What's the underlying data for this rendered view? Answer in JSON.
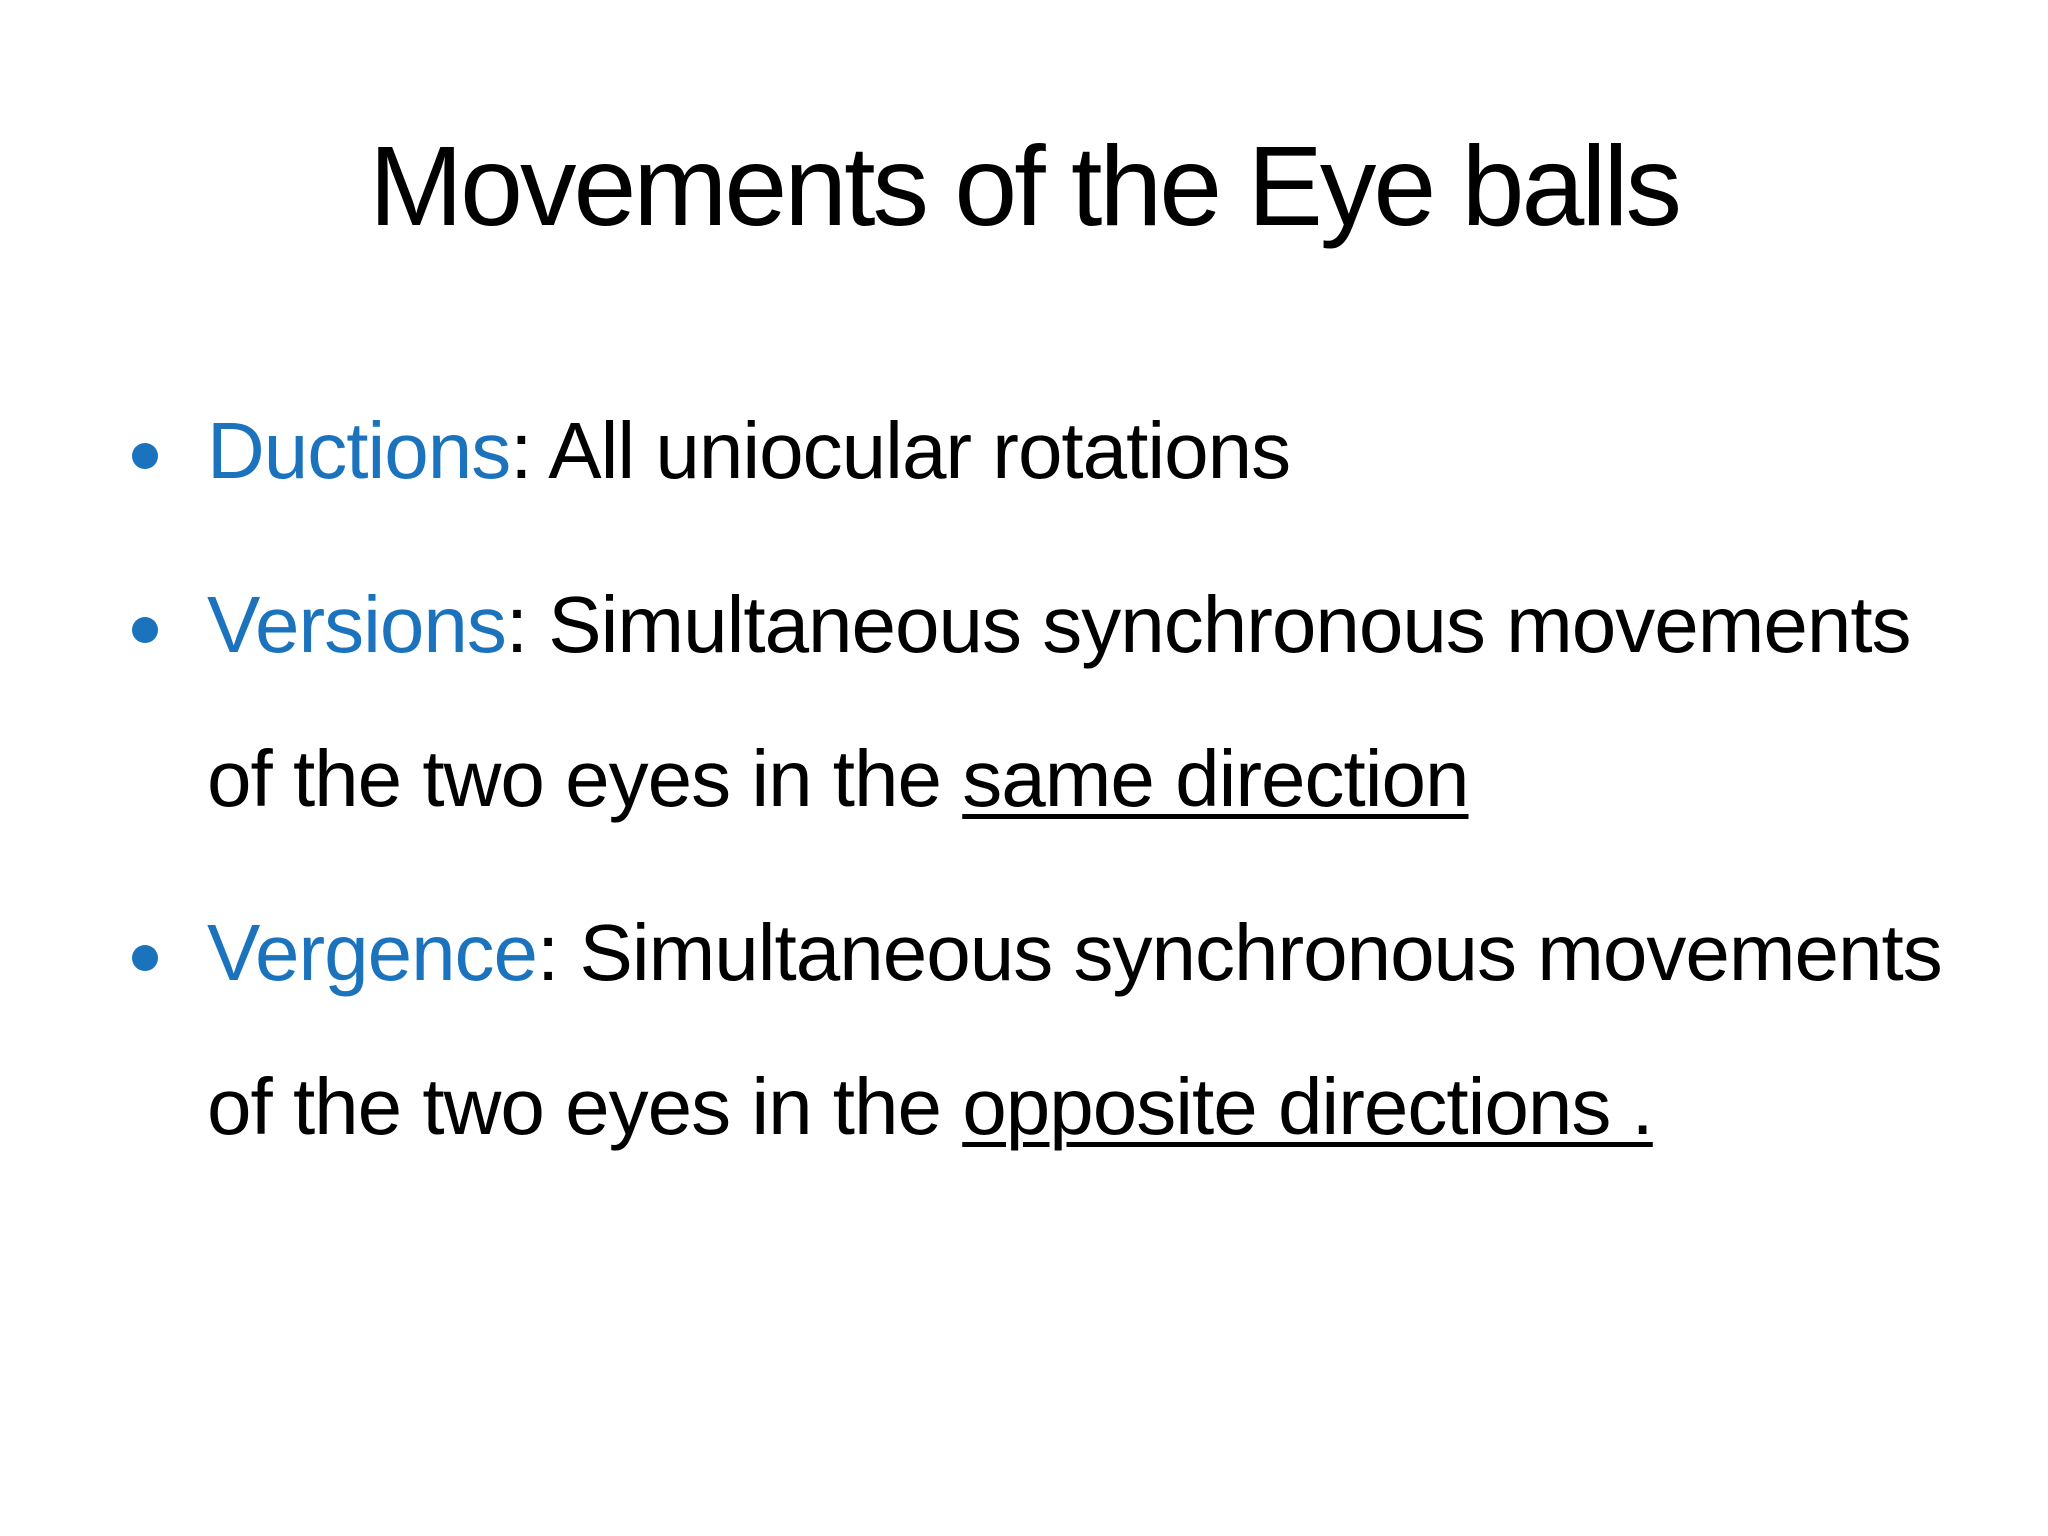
{
  "slide": {
    "title": "Movements of the Eye balls",
    "bullets": [
      {
        "lines": [
          [
            {
              "text": "Ductions",
              "color": "accent"
            },
            {
              "text": ": All uniocular rotations"
            }
          ]
        ]
      },
      {
        "lines": [
          [
            {
              "text": "Versions",
              "color": "accent"
            },
            {
              "text": ": Simultaneous synchronous movements"
            }
          ],
          [
            {
              "text": "of the two eyes in the "
            },
            {
              "text": "same direction",
              "underline": true
            }
          ]
        ]
      },
      {
        "lines": [
          [
            {
              "text": "Vergence",
              "color": "accent"
            },
            {
              "text": ": Simultaneous synchronous movements"
            }
          ],
          [
            {
              "text": "of the two eyes in the "
            },
            {
              "text": "opposite directions .",
              "underline": true
            }
          ]
        ]
      }
    ]
  },
  "colors": {
    "accent": "#1C73BD",
    "text": "#000000",
    "background": "#FFFFFF"
  }
}
